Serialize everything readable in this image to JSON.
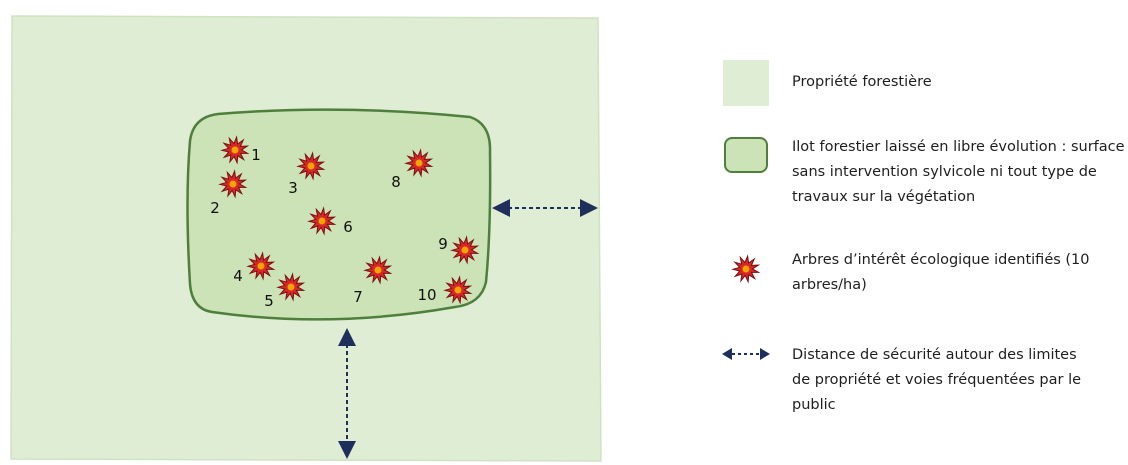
{
  "colors": {
    "property_fill": "#dfedd5",
    "ilot_fill": "#cbe3b6",
    "ilot_stroke": "#4f7f3c",
    "tree_fill": "#d62828",
    "tree_stroke": "#7a1010",
    "tree_center": "#f4a300",
    "arrow": "#1f2f5c"
  },
  "icons": {
    "property": "light-green-square-swatch",
    "ilot": "rounded-green-rectangle-swatch",
    "tree": "red-starburst-icon",
    "distance": "double-headed-dashed-arrow-icon"
  },
  "trees": [
    {
      "label": "1"
    },
    {
      "label": "2"
    },
    {
      "label": "3"
    },
    {
      "label": "4"
    },
    {
      "label": "5"
    },
    {
      "label": "6"
    },
    {
      "label": "7"
    },
    {
      "label": "8"
    },
    {
      "label": "9"
    },
    {
      "label": "10"
    }
  ],
  "legend": {
    "property": "Propriété forestière",
    "ilot": "Ilot forestier laissé en libre évolution : surface sans intervention sylvicole ni tout type de travaux sur la végétation",
    "trees": "Arbres d’intérêt écologique identifiés (10 arbres/ha)",
    "distance": "Distance de sécurité autour des limites de propriété et voies fréquentées par le public"
  }
}
